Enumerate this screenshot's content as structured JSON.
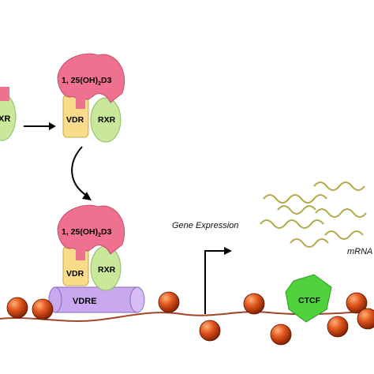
{
  "diagram": {
    "ligand_label": "1, 25(OH)",
    "ligand_sub": "2",
    "ligand_suffix": "D3",
    "vdr_label": "VDR",
    "rxr_label": "RXR",
    "vdre_label": "VDRE",
    "ctcf_label": "CTCF",
    "gene_expression_label": "Gene Expression",
    "mrna_label": "mRNA"
  },
  "colors": {
    "ligand": "#f0708f",
    "vdr": "#f8dc8a",
    "rxr": "#c9e89a",
    "vdre": "#c9a8f0",
    "ctcf": "#4fd23c",
    "nucleosome": "#d84a10",
    "dna": "#a0452a",
    "mrna": "#b2a84a"
  }
}
